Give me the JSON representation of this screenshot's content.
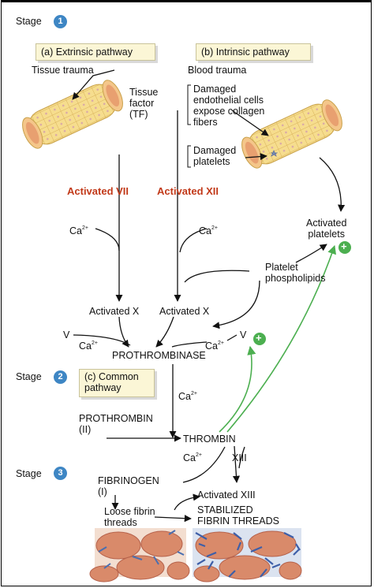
{
  "stages": [
    {
      "label": "Stage",
      "number": "1"
    },
    {
      "label": "Stage",
      "number": "2"
    },
    {
      "label": "Stage",
      "number": "3"
    }
  ],
  "pathways": {
    "extrinsic": "(a) Extrinsic pathway",
    "intrinsic": "(b) Intrinsic pathway",
    "common": "(c) Common\npathway"
  },
  "labels": {
    "tissue_trauma": "Tissue trauma",
    "tissue_factor": "Tissue\nfactor\n(TF)",
    "blood_trauma": "Blood trauma",
    "damaged_endothelial": "Damaged\nendothelial cells\nexpose collagen\nfibers",
    "damaged_platelets": "Damaged\nplatelets",
    "activated_vii": "Activated VII",
    "activated_xii": "Activated XII",
    "activated_platelets": "Activated\nplatelets",
    "platelet_phospholipids": "Platelet\nphospholipids",
    "activated_x_left": "Activated X",
    "activated_x_right": "Activated X",
    "v_left": "V",
    "v_right": "V",
    "prothrombinase": "PROTHROMBINASE",
    "prothrombin": "PROTHROMBIN\n(II)",
    "thrombin": "THROMBIN",
    "xiii": "XIII",
    "fibrinogen": "FIBRINOGEN\n(I)",
    "activated_xiii": "Activated XIII",
    "loose_fibrin": "Loose fibrin\nthreads",
    "stabilized": "STABILIZED\nFIBRIN THREADS"
  },
  "ion": {
    "symbol": "Ca",
    "charge": "2+"
  },
  "positive_feedback_symbol": "+",
  "colors": {
    "feedback": "#4caf50",
    "badge": "#3e86c4",
    "factor_text": "#c23a1a",
    "box_fill": "#fbf6d6",
    "vessel": "#f2d27a",
    "rbc": "#d98a6a",
    "fibrin": "#4a6fb0"
  }
}
